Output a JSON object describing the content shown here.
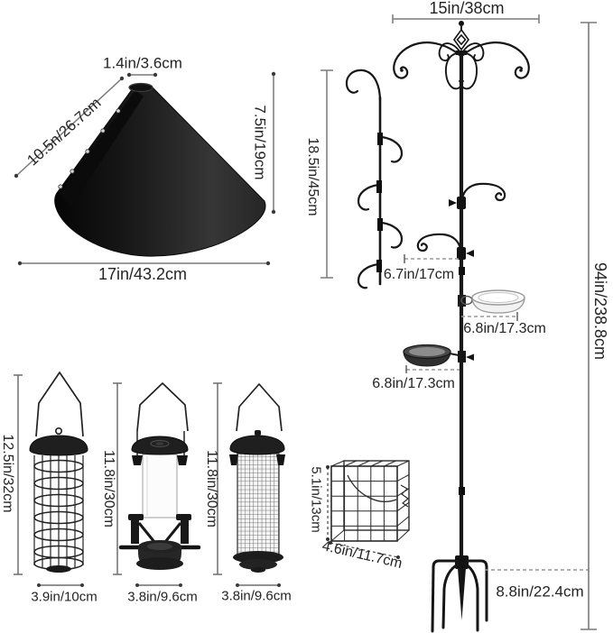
{
  "components": {
    "baffle": {
      "top_width": "1.4in/3.6cm",
      "slant_length": "10.5n/26.7cm",
      "height": "7.5in/19cm",
      "base_width": "17in/43.2cm"
    },
    "hanging_hook": {
      "length": "18.5in/45cm"
    },
    "pole": {
      "top_hook_span": "15in/38cm",
      "total_height": "94in/238.8cm",
      "side_hook_arm": "6.7in/17cm",
      "upper_tray_arm": "6.8in/17.3cm",
      "lower_tray_arm": "6.8in/17.3cm",
      "base_prong_width": "8.8in/22.4cm"
    },
    "feeders": [
      {
        "height": "12.5in/32cm",
        "width": "3.9in/10cm"
      },
      {
        "height": "11.8in/30cm",
        "width": "3.8in/9.6cm"
      },
      {
        "height": "11.8in/30cm",
        "width": "3.8in/9.6cm"
      }
    ],
    "suet_cage": {
      "height": "5.1in/13cm",
      "width": "4.6in/11.7cm"
    }
  },
  "colors": {
    "background": "#ffffff",
    "line_art": "#1a1a1a",
    "dimension_line": "#7a7a7a",
    "dashed_line": "#999999",
    "text": "#242424"
  }
}
